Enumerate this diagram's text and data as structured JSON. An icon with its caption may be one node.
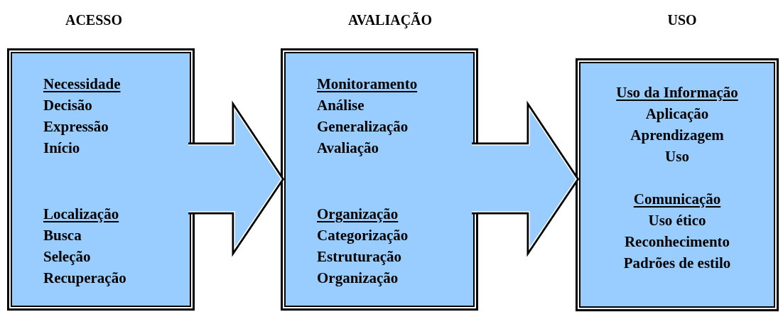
{
  "diagram": {
    "nodes": [
      {
        "text": [
          "Necessidade",
          "Decisão",
          "Expressão",
          "Início",
          "Localização",
          "Busca",
          "Seleção",
          "Recuperação"
        ]
      },
      {
        "text": [
          "Monitoramento",
          "Análise",
          "Generalização",
          "Avaliação",
          "Organização",
          "Categorização",
          "Estruturação",
          "Organização"
        ]
      },
      {
        "text": [
          "Uso da Informação",
          "Aplicação",
          "Aprendizagem",
          "Uso",
          "Comunicação",
          "Uso ético",
          "Reconhecimento",
          "Padrões de estilo"
        ]
      }
    ],
    "edges": [
      {
        "from": 0,
        "to": 1,
        "arrow": "to"
      },
      {
        "from": 1,
        "to": 2,
        "arrow": "to"
      }
    ],
    "labels": [
      "ACESSO",
      "AVALIAÇÃO",
      "USO"
    ]
  }
}
